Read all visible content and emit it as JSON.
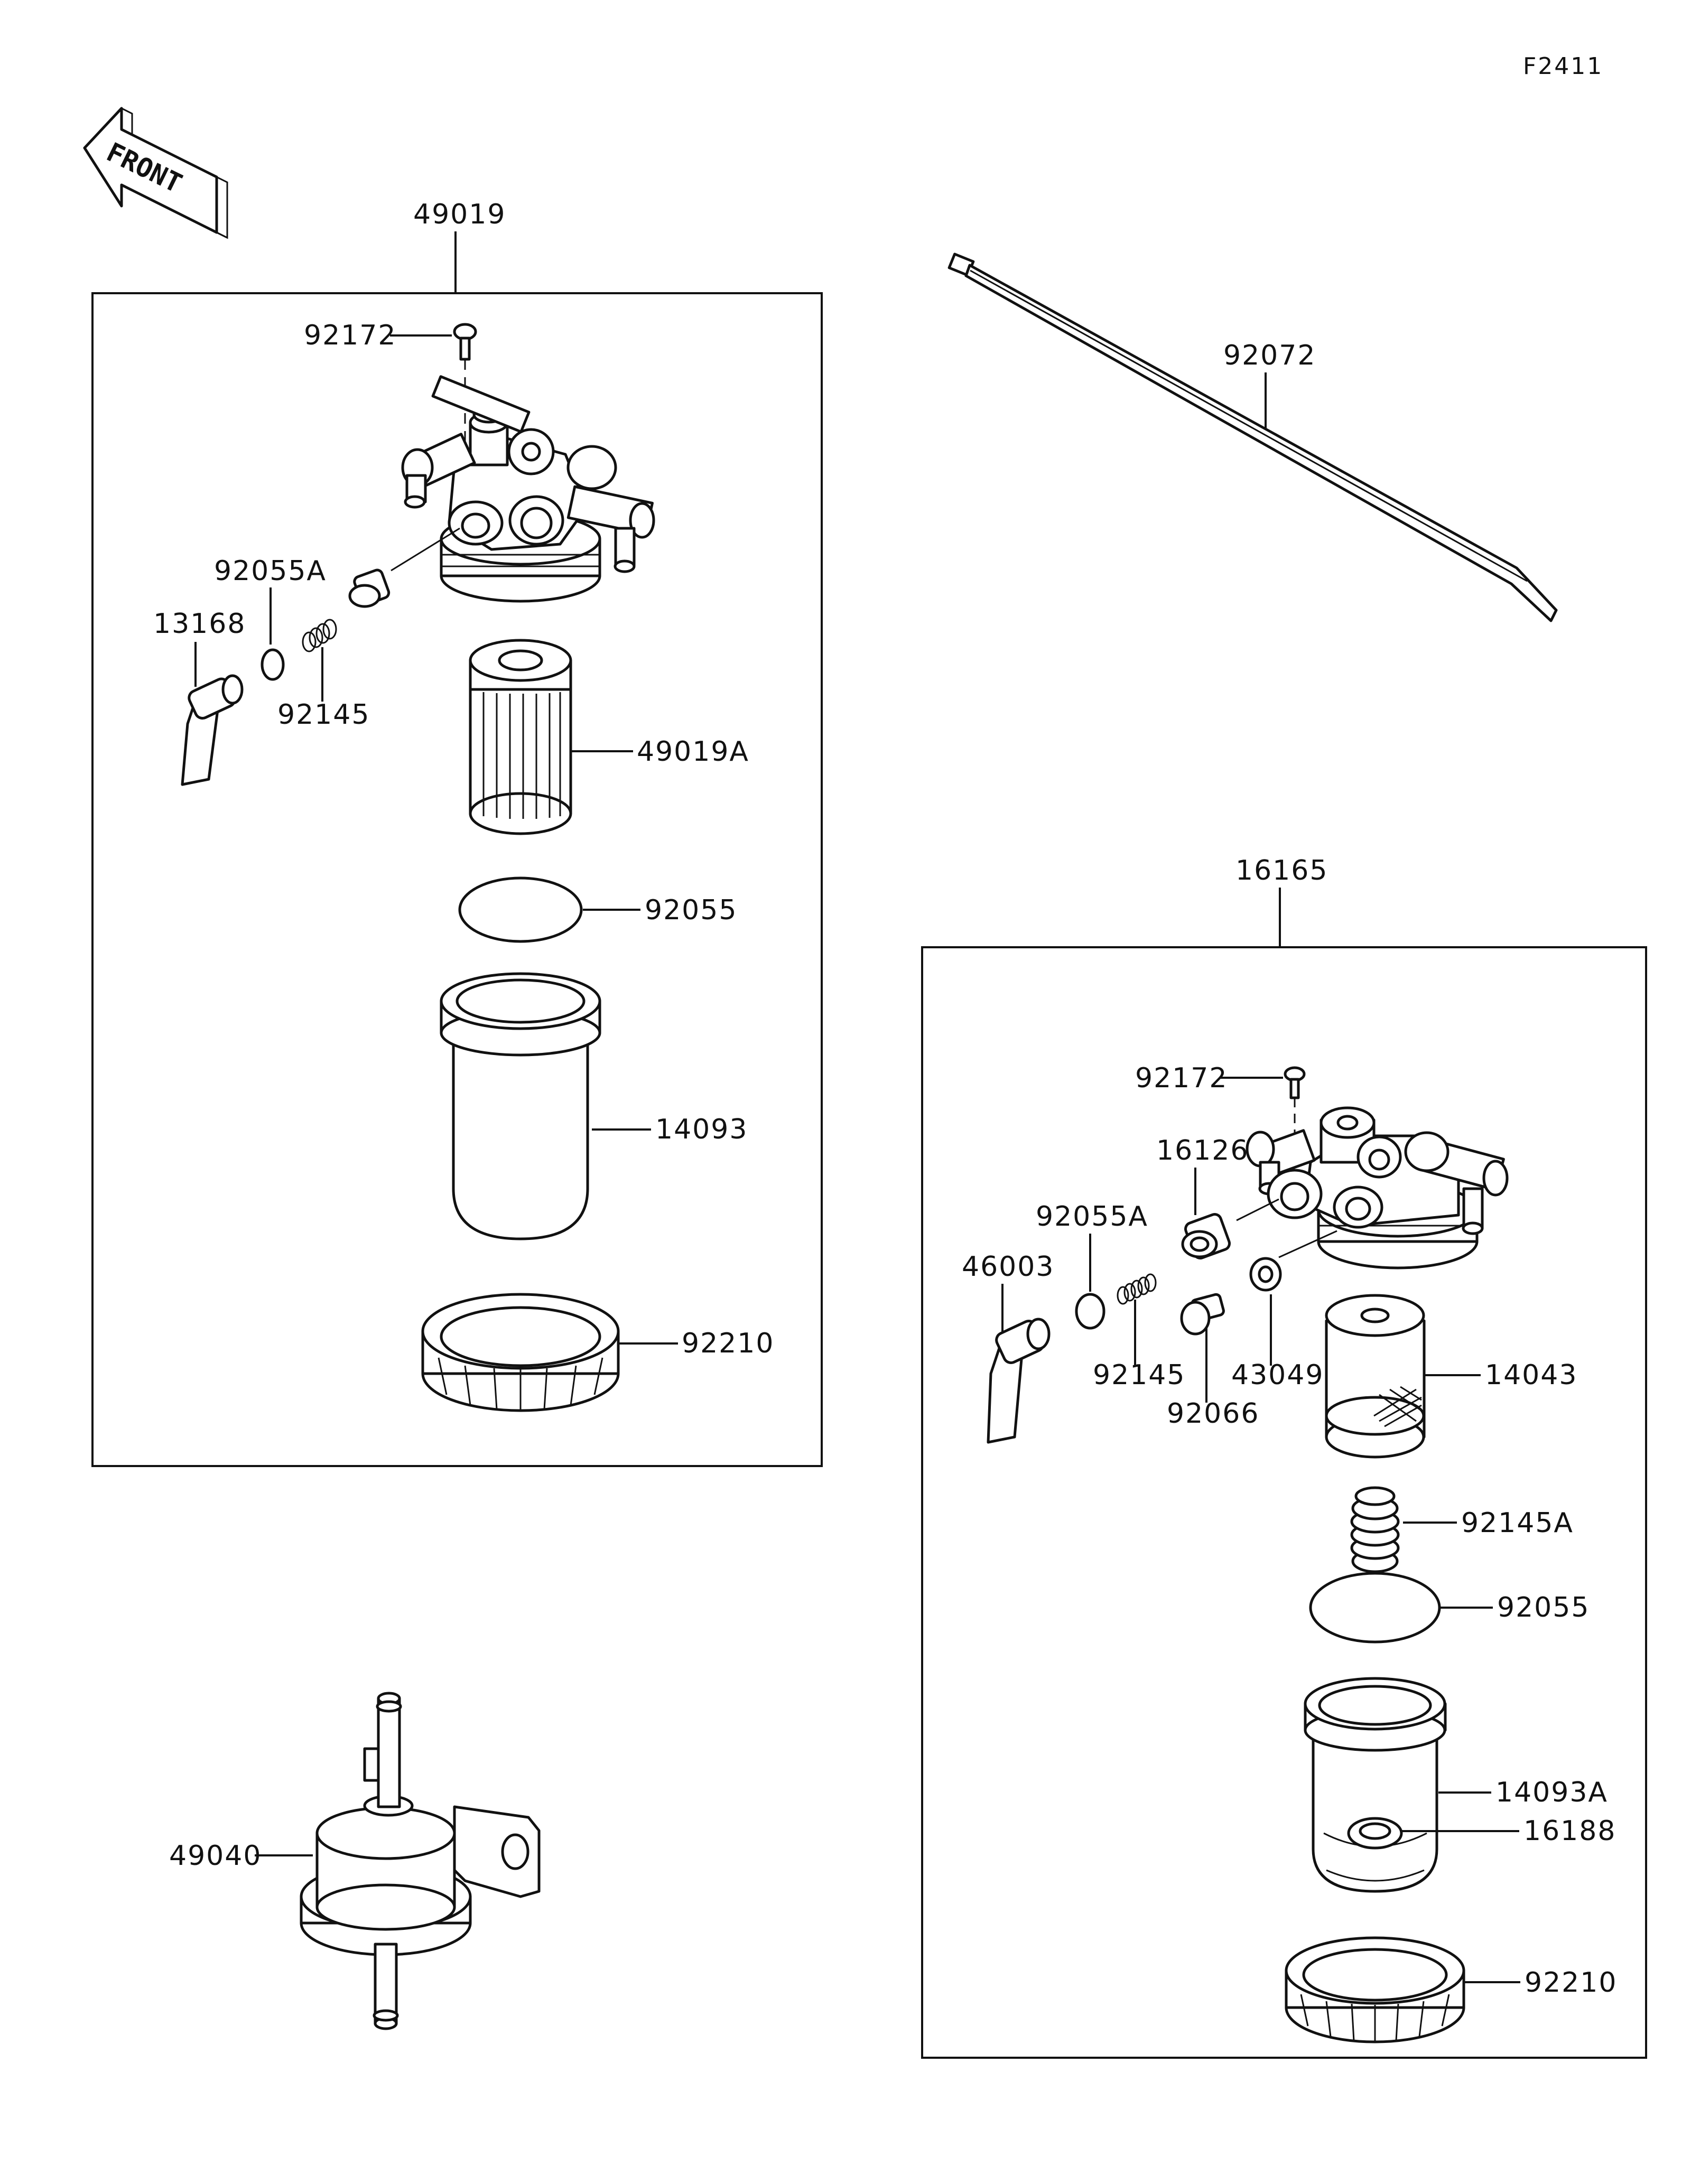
{
  "figure_code": "F2411",
  "front_label": "FRONT",
  "assemblies": [
    {
      "part_number": "49019"
    },
    {
      "part_number": "16165"
    }
  ],
  "part_labels": {
    "a1_92172": "92172",
    "a1_92055A": "92055A",
    "a1_13168": "13168",
    "a1_92145": "92145",
    "a1_49019A": "49019A",
    "a1_92055": "92055",
    "a1_14093": "14093",
    "a1_92210": "92210",
    "t_92072": "92072",
    "a2_92172": "92172",
    "a2_16126": "16126",
    "a2_92055A": "92055A",
    "a2_46003": "46003",
    "a2_92145": "92145",
    "a2_92066": "92066",
    "a2_43049": "43049",
    "a2_14043": "14043",
    "a2_92145A": "92145A",
    "a2_92055": "92055",
    "a2_14093A": "14093A",
    "a2_16188": "16188",
    "a2_92210": "92210",
    "s_49040": "49040"
  }
}
